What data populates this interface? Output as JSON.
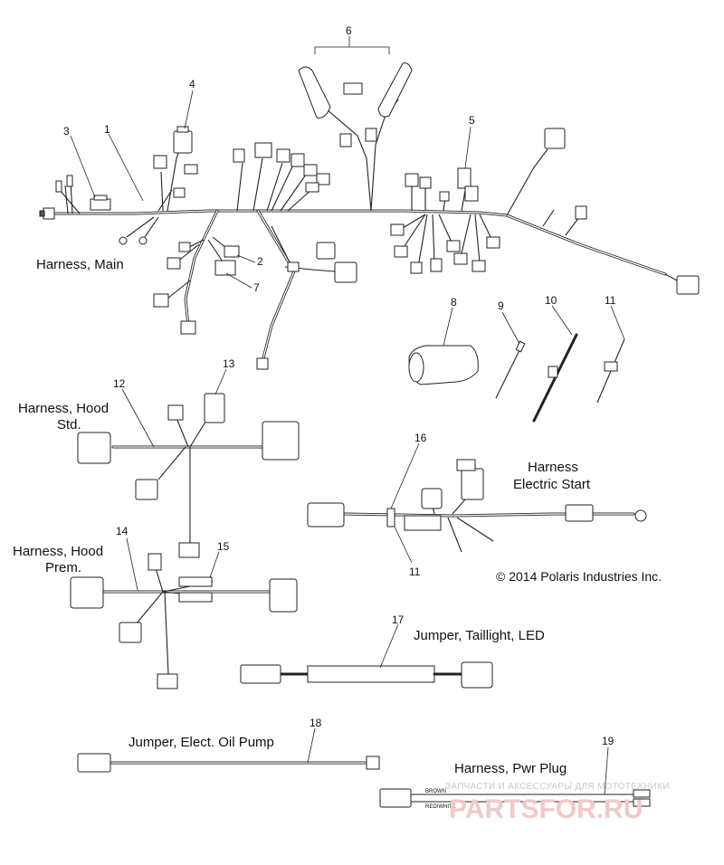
{
  "labels": {
    "harness_main": "Harness, Main",
    "harness_hood_std_1": "Harness, Hood",
    "harness_hood_std_2": "Std.",
    "harness_hood_prem_1": "Harness, Hood",
    "harness_hood_prem_2": "Prem.",
    "harness_electric_start_1": "Harness",
    "harness_electric_start_2": "Electric Start",
    "jumper_taillight": "Jumper, Taillight, LED",
    "jumper_oil_pump": "Jumper, Elect. Oil Pump",
    "harness_pwr_plug": "Harness, Pwr Plug",
    "copyright": "© 2014 Polaris Industries Inc."
  },
  "callouts": {
    "c1": "1",
    "c2": "2",
    "c3": "3",
    "c4": "4",
    "c5": "5",
    "c6": "6",
    "c7": "7",
    "c8": "8",
    "c9": "9",
    "c10": "10",
    "c11a": "11",
    "c11b": "11",
    "c12": "12",
    "c13": "13",
    "c14": "14",
    "c15": "15",
    "c16": "16",
    "c17": "17",
    "c18": "18",
    "c19": "19"
  },
  "wire_labels": {
    "brown": "BROWN",
    "red_white": "RED/WHITE"
  },
  "watermark": {
    "line1": "ЗАПЧАСТИ И АКСЕССУАРЫ ДЛЯ МОТОТЕХНИКИ",
    "line2": "PARTSFOR.RU"
  }
}
